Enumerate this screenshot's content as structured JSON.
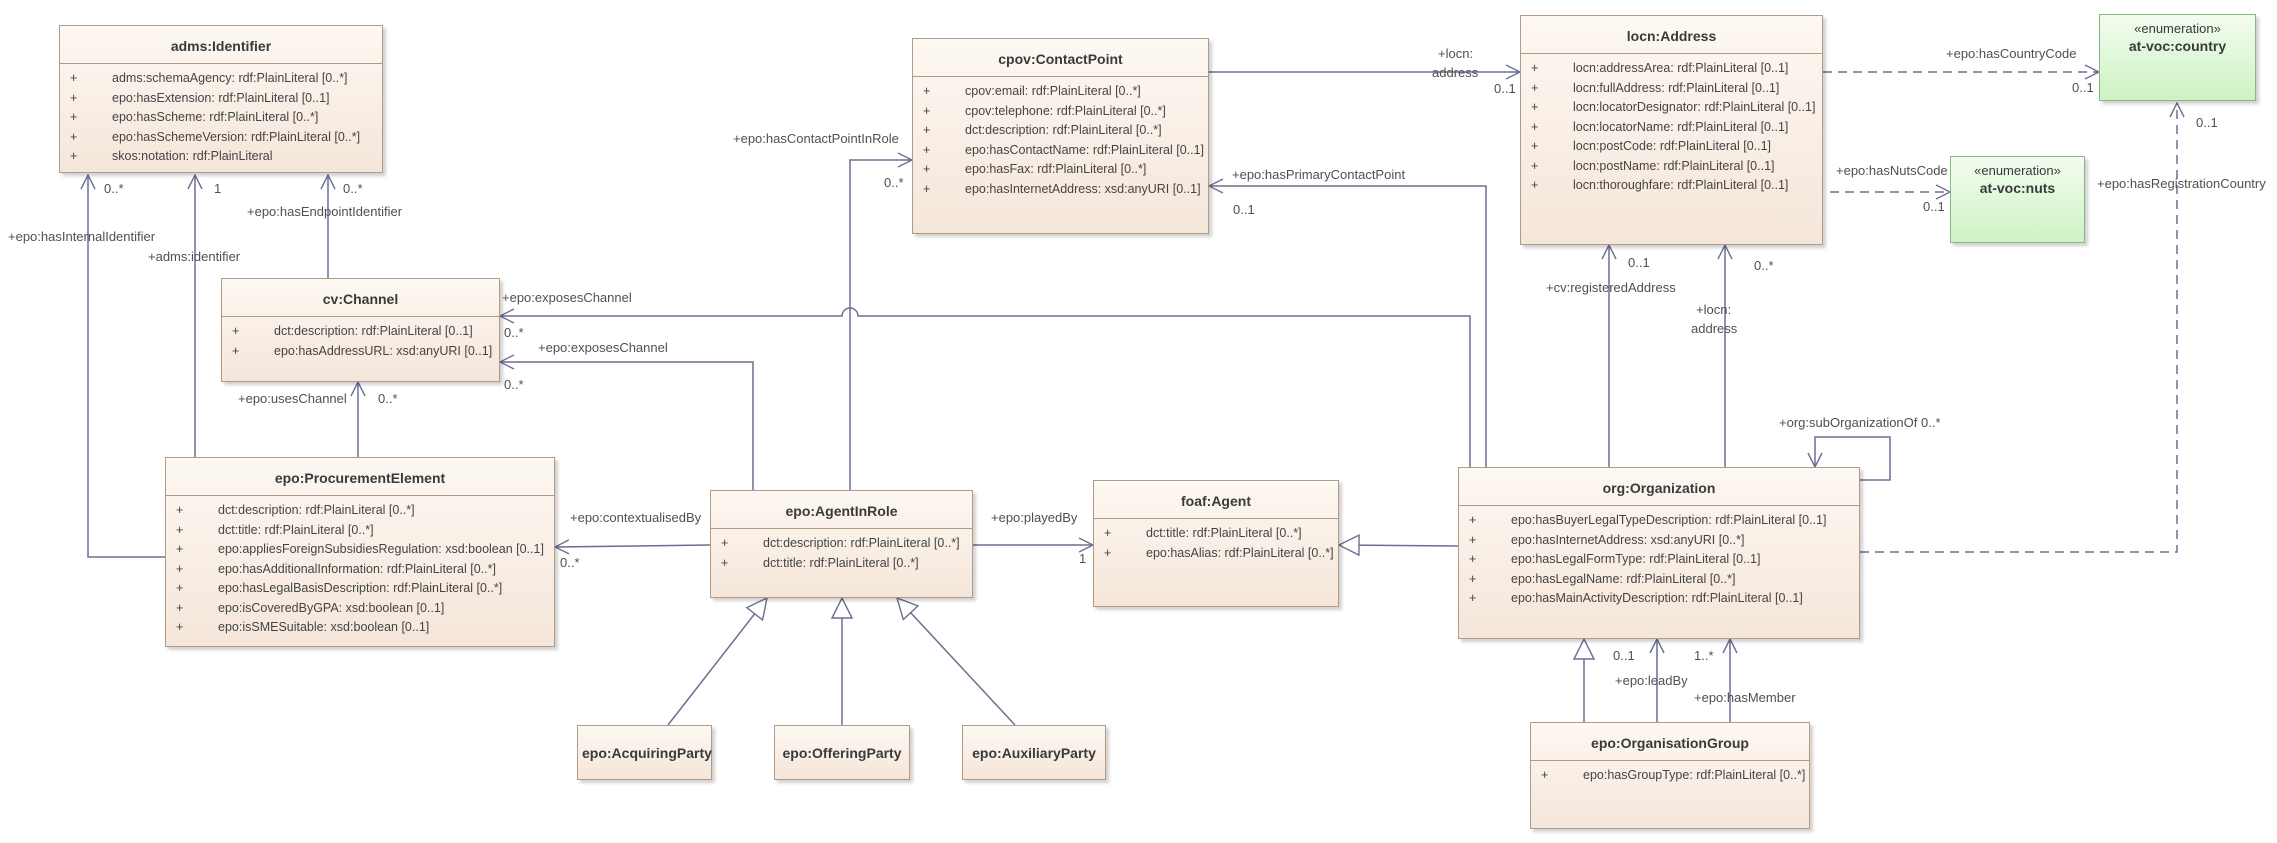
{
  "classes": {
    "adms_identifier": {
      "name": "adms:Identifier",
      "attributes": [
        {
          "vis": "+",
          "text": "adms:schemaAgency: rdf:PlainLiteral [0..*]"
        },
        {
          "vis": "+",
          "text": "epo:hasExtension: rdf:PlainLiteral [0..1]"
        },
        {
          "vis": "+",
          "text": "epo:hasScheme: rdf:PlainLiteral [0..*]"
        },
        {
          "vis": "+",
          "text": "epo:hasSchemeVersion: rdf:PlainLiteral [0..*]"
        },
        {
          "vis": "+",
          "text": "skos:notation: rdf:PlainLiteral"
        }
      ]
    },
    "cpov_contactpoint": {
      "name": "cpov:ContactPoint",
      "attributes": [
        {
          "vis": "+",
          "text": "cpov:email: rdf:PlainLiteral [0..*]"
        },
        {
          "vis": "+",
          "text": "cpov:telephone: rdf:PlainLiteral [0..*]"
        },
        {
          "vis": "+",
          "text": "dct:description: rdf:PlainLiteral [0..*]"
        },
        {
          "vis": "+",
          "text": "epo:hasContactName: rdf:PlainLiteral [0..1]"
        },
        {
          "vis": "+",
          "text": "epo:hasFax: rdf:PlainLiteral [0..*]"
        },
        {
          "vis": "+",
          "text": "epo:hasInternetAddress: xsd:anyURI [0..1]"
        }
      ]
    },
    "locn_address": {
      "name": "locn:Address",
      "attributes": [
        {
          "vis": "+",
          "text": "locn:addressArea: rdf:PlainLiteral [0..1]"
        },
        {
          "vis": "+",
          "text": "locn:fullAddress: rdf:PlainLiteral [0..1]"
        },
        {
          "vis": "+",
          "text": "locn:locatorDesignator: rdf:PlainLiteral [0..1]"
        },
        {
          "vis": "+",
          "text": "locn:locatorName: rdf:PlainLiteral [0..1]"
        },
        {
          "vis": "+",
          "text": "locn:postCode: rdf:PlainLiteral [0..1]"
        },
        {
          "vis": "+",
          "text": "locn:postName: rdf:PlainLiteral [0..1]"
        },
        {
          "vis": "+",
          "text": "locn:thoroughfare: rdf:PlainLiteral [0..1]"
        }
      ]
    },
    "at_voc_country": {
      "stereotype": "«enumeration»",
      "name": "at-voc:country"
    },
    "at_voc_nuts": {
      "stereotype": "«enumeration»",
      "name": "at-voc:nuts"
    },
    "cv_channel": {
      "name": "cv:Channel",
      "attributes": [
        {
          "vis": "+",
          "text": "dct:description: rdf:PlainLiteral [0..1]"
        },
        {
          "vis": "+",
          "text": "epo:hasAddressURL: xsd:anyURI [0..1]"
        }
      ]
    },
    "epo_procurementelement": {
      "name": "epo:ProcurementElement",
      "attributes": [
        {
          "vis": "+",
          "text": "dct:description: rdf:PlainLiteral [0..*]"
        },
        {
          "vis": "+",
          "text": "dct:title: rdf:PlainLiteral [0..*]"
        },
        {
          "vis": "+",
          "text": "epo:appliesForeignSubsidiesRegulation: xsd:boolean [0..1]"
        },
        {
          "vis": "+",
          "text": "epo:hasAdditionalInformation: rdf:PlainLiteral [0..*]"
        },
        {
          "vis": "+",
          "text": "epo:hasLegalBasisDescription: rdf:PlainLiteral [0..*]"
        },
        {
          "vis": "+",
          "text": "epo:isCoveredByGPA: xsd:boolean [0..1]"
        },
        {
          "vis": "+",
          "text": "epo:isSMESuitable: xsd:boolean [0..1]"
        }
      ]
    },
    "epo_agentinrole": {
      "name": "epo:AgentInRole",
      "attributes": [
        {
          "vis": "+",
          "text": "dct:description: rdf:PlainLiteral [0..*]"
        },
        {
          "vis": "+",
          "text": "dct:title: rdf:PlainLiteral [0..*]"
        }
      ]
    },
    "foaf_agent": {
      "name": "foaf:Agent",
      "attributes": [
        {
          "vis": "+",
          "text": "dct:title: rdf:PlainLiteral [0..*]"
        },
        {
          "vis": "+",
          "text": "epo:hasAlias: rdf:PlainLiteral [0..*]"
        }
      ]
    },
    "org_organization": {
      "name": "org:Organization",
      "attributes": [
        {
          "vis": "+",
          "text": "epo:hasBuyerLegalTypeDescription: rdf:PlainLiteral [0..1]"
        },
        {
          "vis": "+",
          "text": "epo:hasInternetAddress: xsd:anyURI [0..*]"
        },
        {
          "vis": "+",
          "text": "epo:hasLegalFormType: rdf:PlainLiteral [0..1]"
        },
        {
          "vis": "+",
          "text": "epo:hasLegalName: rdf:PlainLiteral [0..*]"
        },
        {
          "vis": "+",
          "text": "epo:hasMainActivityDescription: rdf:PlainLiteral [0..1]"
        }
      ]
    },
    "epo_acquiringparty": {
      "name": "epo:AcquiringParty"
    },
    "epo_offeringparty": {
      "name": "epo:OfferingParty"
    },
    "epo_auxiliaryparty": {
      "name": "epo:AuxiliaryParty"
    },
    "epo_organisationgroup": {
      "name": "epo:OrganisationGroup",
      "attributes": [
        {
          "vis": "+",
          "text": "epo:hasGroupType: rdf:PlainLiteral [0..*]"
        }
      ]
    }
  },
  "labels": {
    "hasInternalIdentifier": "+epo:hasInternalIdentifier",
    "hasInternalIdentifier_mult": "0..*",
    "adms_identifier": "+adms:identifier",
    "adms_identifier_mult": "1",
    "hasEndpointIdentifier": "+epo:hasEndpointIdentifier",
    "hasEndpointIdentifier_mult": "0..*",
    "hasContactPointInRole": "+epo:hasContactPointInRole",
    "hasContactPointInRole_mult": "0..*",
    "locn_address_line1": "+locn:",
    "locn_address_line2": "address",
    "locn_address_mult": "0..1",
    "hasCountryCode": "+epo:hasCountryCode",
    "hasCountryCode_mult": "0..1",
    "hasNutsCode": "+epo:hasNutsCode",
    "hasNutsCode_mult": "0..1",
    "hasRegistrationCountry": "+epo:hasRegistrationCountry",
    "hasRegistrationCountry_mult": "0..1",
    "hasPrimaryContactPoint": "+epo:hasPrimaryContactPoint",
    "hasPrimaryContactPoint_mult": "0..1",
    "exposesChannel_1": "+epo:exposesChannel",
    "exposesChannel_1_mult": "0..*",
    "exposesChannel_2": "+epo:exposesChannel",
    "exposesChannel_2_mult": "0..*",
    "usesChannel": "+epo:usesChannel",
    "usesChannel_mult": "0..*",
    "registeredAddress": "+cv:registeredAddress",
    "registeredAddress_mult": "0..1",
    "org_locn_line1": "+locn:",
    "org_locn_line2": "address",
    "org_locn_mult": "0..*",
    "subOrganizationOf": "+org:subOrganizationOf 0..*",
    "contextualisedBy": "+epo:contextualisedBy",
    "contextualisedBy_mult": "0..*",
    "playedBy": "+epo:playedBy",
    "playedBy_mult": "1",
    "leadBy": "+epo:leadBy",
    "leadBy_mult": "0..1",
    "hasMember": "+epo:hasMember",
    "hasMember_mult": "1..*"
  },
  "colors": {
    "class_border": "#b39a86",
    "class_fill_top": "#fdf8f2",
    "class_fill_bottom": "#f5e6da",
    "enum_border": "#88b884",
    "enum_fill_bottom": "#cdf2c4",
    "connector": "#6b6f93"
  }
}
